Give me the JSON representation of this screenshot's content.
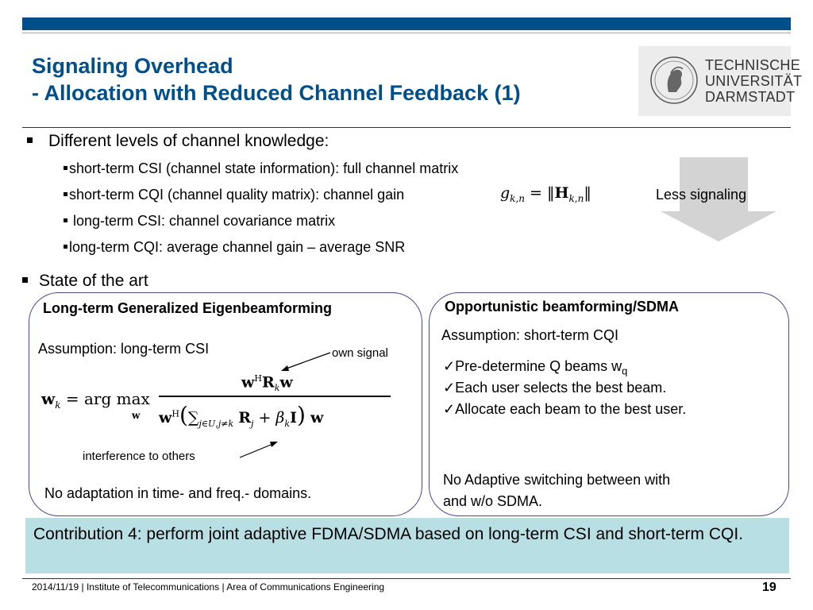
{
  "header": {
    "title_line1": "Signaling Overhead",
    "title_line2": "- Allocation with Reduced Channel Feedback (1)",
    "logo_line1": "TECHNISCHE",
    "logo_line2": "UNIVERSITÄT",
    "logo_line3": "DARMSTADT"
  },
  "levels": {
    "heading": "Different levels of channel knowledge:",
    "items": [
      "short-term CSI (channel state information): full channel matrix",
      "short-term CQI (channel quality matrix): channel gain",
      " long-term CSI: channel covariance matrix",
      "long-term CQI: average channel gain – average SNR"
    ],
    "less_signaling": "Less signaling"
  },
  "state": {
    "heading": "State of the art"
  },
  "left_box": {
    "title": "Long-term Generalized Eigenbeamforming",
    "assumption": "Assumption: long-term CSI",
    "own_signal": "own signal",
    "interference": "interference to others",
    "no_adaptation": "No adaptation in time- and freq.- domains."
  },
  "right_box": {
    "title": "Opportunistic beamforming/SDMA",
    "assumption": "Assumption: short-term CQI",
    "checks": [
      "Pre-determine Q beams w",
      "Each user selects the best beam.",
      "Allocate each beam to the best user."
    ],
    "check_sub": "q",
    "check_mark": "✓",
    "no_adaptive_1": "No Adaptive switching between with",
    "no_adaptive_2": "and w/o SDMA."
  },
  "contribution": {
    "text": "Contribution 4: perform joint adaptive FDMA/SDMA based on long-term CSI and short-term CQI."
  },
  "footer": {
    "text": "2014/11/19  |  Institute of Telecommunications   |  Area of Communications Engineering",
    "page": "19"
  },
  "colors": {
    "brand_blue": "#004E8A",
    "contribution_bg": "#b7dfe4",
    "box_border": "#4a4a8a",
    "arrow_gray": "#d3d3d3"
  }
}
